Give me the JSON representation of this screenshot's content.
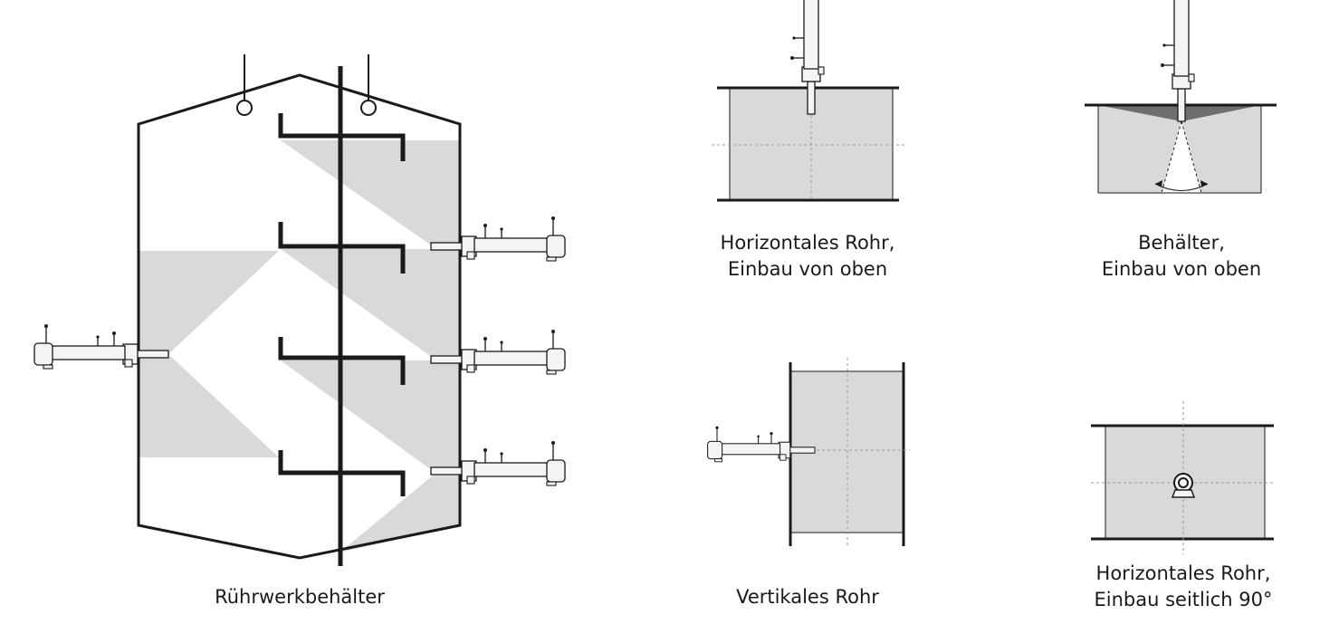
{
  "panels": {
    "ruehrwerk": {
      "caption": "Rührwerkbehälter"
    },
    "horizontal_top": {
      "caption_line1": "Horizontales Rohr,",
      "caption_line2": "Einbau von oben"
    },
    "behaelter_top": {
      "caption_line1": "Behälter,",
      "caption_line2": "Einbau von oben"
    },
    "vertical": {
      "caption": "Vertikales Rohr"
    },
    "horizontal_side": {
      "caption_line1": "Horizontales Rohr,",
      "caption_line2": "Einbau seitlich 90°"
    }
  },
  "colors": {
    "line": "#1a1a1a",
    "fill": "#d9d9d9",
    "cone_dark": "#6e6e6e",
    "device": "#f4f4f4",
    "dash": "#9a9a9a"
  },
  "icons": {
    "sensor": "sensor-device-icon",
    "mount": "mounting-fitting-icon"
  }
}
